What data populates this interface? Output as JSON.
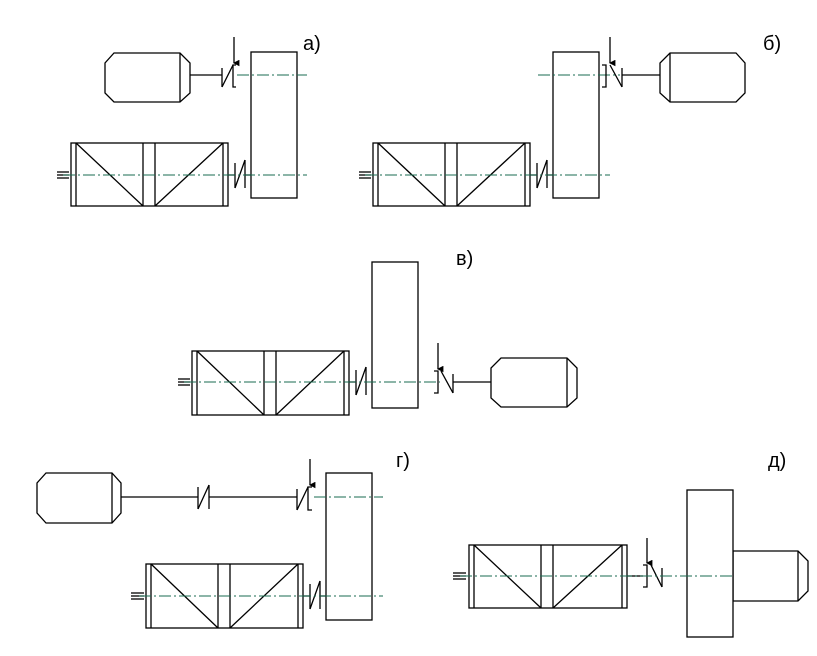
{
  "labels": {
    "a": "а)",
    "b": "б)",
    "v": "в)",
    "g": "г)",
    "d": "д)"
  },
  "colors": {
    "line": "#000000",
    "axis": "#1a6b50",
    "background": "#ffffff"
  }
}
